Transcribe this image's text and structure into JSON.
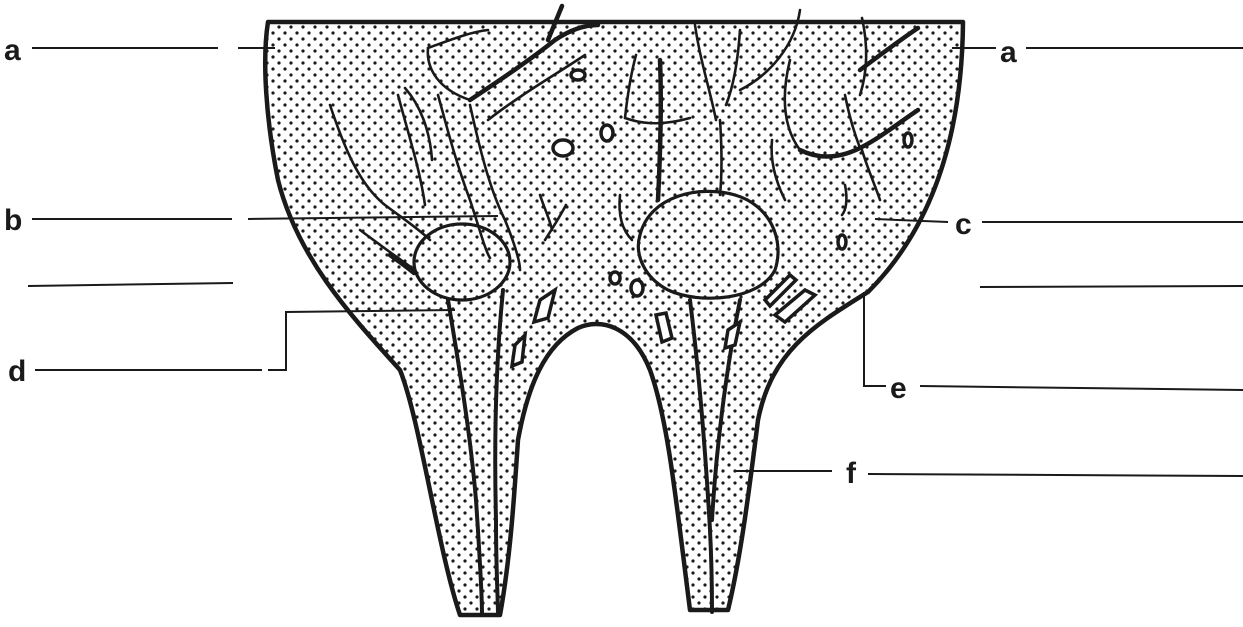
{
  "labels": {
    "a_left": "a",
    "a_right": "a",
    "b": "b",
    "c": "c",
    "d": "d",
    "e": "e",
    "f": "f"
  },
  "colors": {
    "ink": "#1a1a1a",
    "paper": "#ffffff"
  }
}
